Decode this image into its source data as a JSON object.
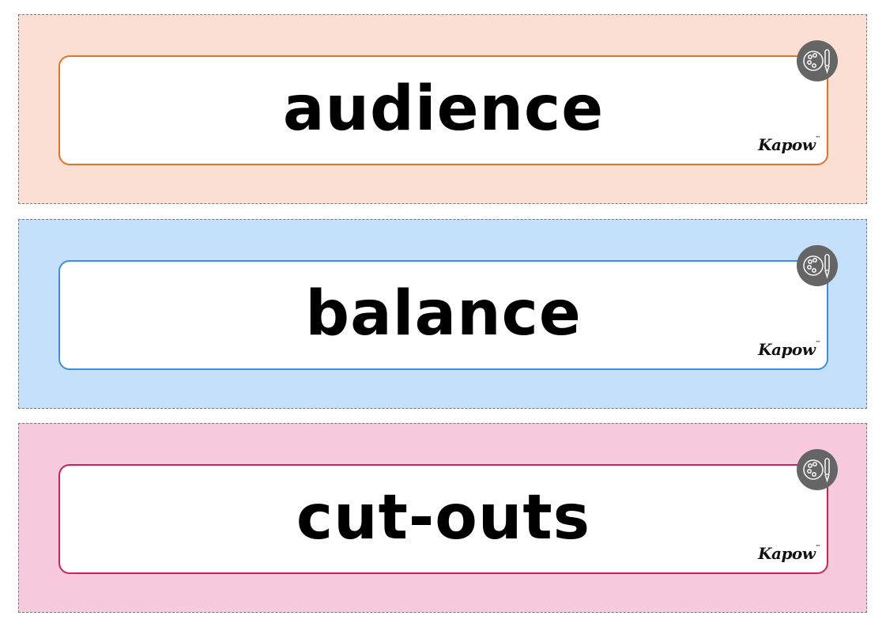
{
  "cards": [
    {
      "word": "audience",
      "background": "#fbdfd3",
      "border": "#e4732a"
    },
    {
      "word": "balance",
      "background": "#c5e0fb",
      "border": "#3a8fe0"
    },
    {
      "word": "cut-outs",
      "background": "#f7cbdc",
      "border": "#cc2458"
    }
  ],
  "brand": {
    "name": "Kapow",
    "mark": "™"
  },
  "icons": {
    "badge": "palette-brush-icon"
  }
}
